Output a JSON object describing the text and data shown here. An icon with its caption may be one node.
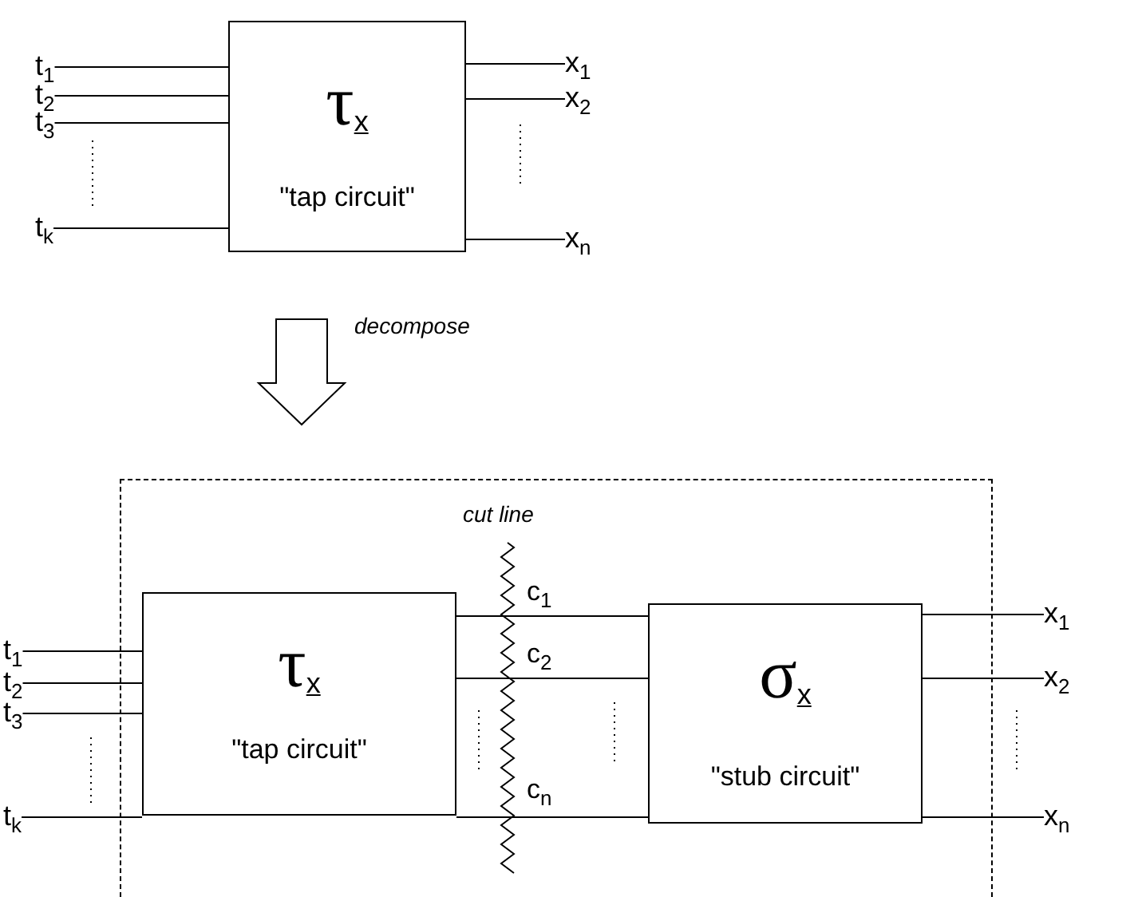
{
  "diagram": {
    "nodes": [
      {
        "text": [
          "τ$_{x}$",
          "\"tap circuit\""
        ]
      },
      {
        "text": [
          "t$_{1}$"
        ]
      },
      {
        "text": [
          "t$_{2}$"
        ]
      },
      {
        "text": [
          "t$_{3}$"
        ]
      },
      {
        "text": [
          "t$_{k}$"
        ]
      },
      {
        "text": [
          "x$_{1}$"
        ]
      },
      {
        "text": [
          "x$_{2}$"
        ]
      },
      {
        "text": [
          "x$_{n}$"
        ]
      },
      {
        "text": [],
        "shape": "box"
      },
      {
        "text": [
          "τ$_{x}$",
          "\"tap circuit\""
        ],
        "in": 8
      },
      {
        "text": [
          "σ$_{x}$",
          "\"stub circuit\""
        ],
        "in": 8
      },
      {
        "text": [
          "t$_{1}$"
        ]
      },
      {
        "text": [
          "t$_{2}$"
        ]
      },
      {
        "text": [
          "t$_{3}$"
        ]
      },
      {
        "text": [
          "t$_{k}$"
        ]
      },
      {
        "text": [
          "x$_{1}$"
        ]
      },
      {
        "text": [
          "x$_{2}$"
        ]
      },
      {
        "text": [
          "x$_{n}$"
        ]
      }
    ],
    "edges": [
      {
        "from": 1,
        "to": 0,
        "arrow": "none"
      },
      {
        "from": 2,
        "to": 0,
        "arrow": "none"
      },
      {
        "from": 3,
        "to": 0,
        "arrow": "none"
      },
      {
        "from": 4,
        "to": 0,
        "arrow": "none"
      },
      {
        "from": 0,
        "to": 5,
        "arrow": "none"
      },
      {
        "from": 0,
        "to": 6,
        "arrow": "none"
      },
      {
        "from": 0,
        "to": 7,
        "arrow": "none"
      },
      {
        "from": 0,
        "to": 8,
        "arrow": "to",
        "label": "decompose"
      },
      {
        "from": 11,
        "to": 9,
        "arrow": "none"
      },
      {
        "from": 12,
        "to": 9,
        "arrow": "none"
      },
      {
        "from": 13,
        "to": 9,
        "arrow": "none"
      },
      {
        "from": 14,
        "to": 9,
        "arrow": "none"
      },
      {
        "from": 9,
        "to": 10,
        "arrow": "none",
        "label": "c$_{1}$"
      },
      {
        "from": 9,
        "to": 10,
        "arrow": "none",
        "label": "c$_{2}$"
      },
      {
        "from": 9,
        "to": 10,
        "arrow": "none",
        "label": "c$_{n}$"
      },
      {
        "from": 10,
        "to": 15,
        "arrow": "none"
      },
      {
        "from": 10,
        "to": 16,
        "arrow": "none"
      },
      {
        "from": 10,
        "to": 17,
        "arrow": "none"
      }
    ],
    "labels": [
      "cut line"
    ]
  }
}
